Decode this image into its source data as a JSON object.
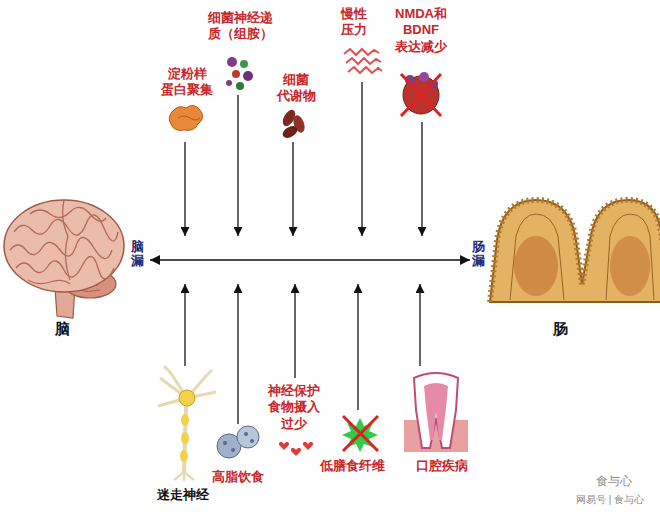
{
  "diagram": {
    "nodes": [
      {
        "text": [
          "脑"
        ]
      },
      {
        "text": [
          "肠"
        ]
      }
    ],
    "edges": [
      {
        "from": 0,
        "to": 1,
        "arrow": "both"
      }
    ],
    "labels": [
      "淀粉样 蛋白聚集",
      "细菌神经递 质（组胺）",
      "细菌 代谢物",
      "慢性 压力",
      "NMDA和 BDNF 表达减少",
      "脑漏",
      "肠漏",
      "神经保护 食物摄入 过少",
      "迷走神经",
      "高脂饮食",
      "低膳食纤维",
      "口腔疾病",
      "食与心",
      "网易号 | 食与心"
    ]
  }
}
